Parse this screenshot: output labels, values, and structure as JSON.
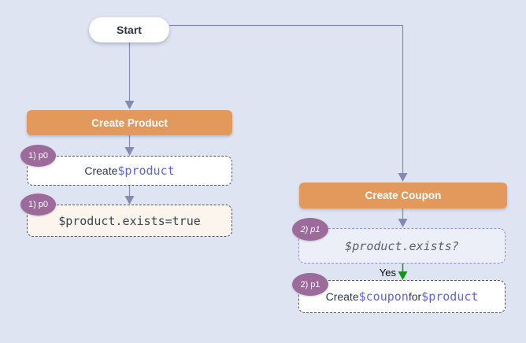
{
  "colors": {
    "bg": "#dee4f1",
    "node-orange": "#e2995b",
    "node-orange-text": "#ffffff",
    "badge-bg": "#9c6b9c",
    "badge-text": "#ffffff",
    "line": "#828cb0",
    "green": "#0c9a0c",
    "code-indigo": "#5f63d6",
    "dark-text": "#2c3648",
    "mono-dark": "#3b4350",
    "mono-gray": "#5a5f6b",
    "dash-gray": "#4d525c",
    "dash-purple": "#8a90db",
    "cream": "#fcf5ed",
    "white": "#ffffff"
  },
  "flow": {
    "start": {
      "label": "Start"
    },
    "left": {
      "header": "Create Product",
      "action": {
        "badge": "1) p0",
        "prefix": "Create ",
        "code": "$product"
      },
      "outcome": {
        "badge": "1) p0",
        "code": "$product.exists=true"
      }
    },
    "right": {
      "header": "Create Coupon",
      "condition": {
        "badge": "2) p1",
        "code": "$product.exists?"
      },
      "edge_label": "Yes",
      "action": {
        "badge": "2) p1",
        "prefix": "Create ",
        "code1": "$coupon",
        "middle": " for ",
        "code2": "$product"
      }
    }
  }
}
